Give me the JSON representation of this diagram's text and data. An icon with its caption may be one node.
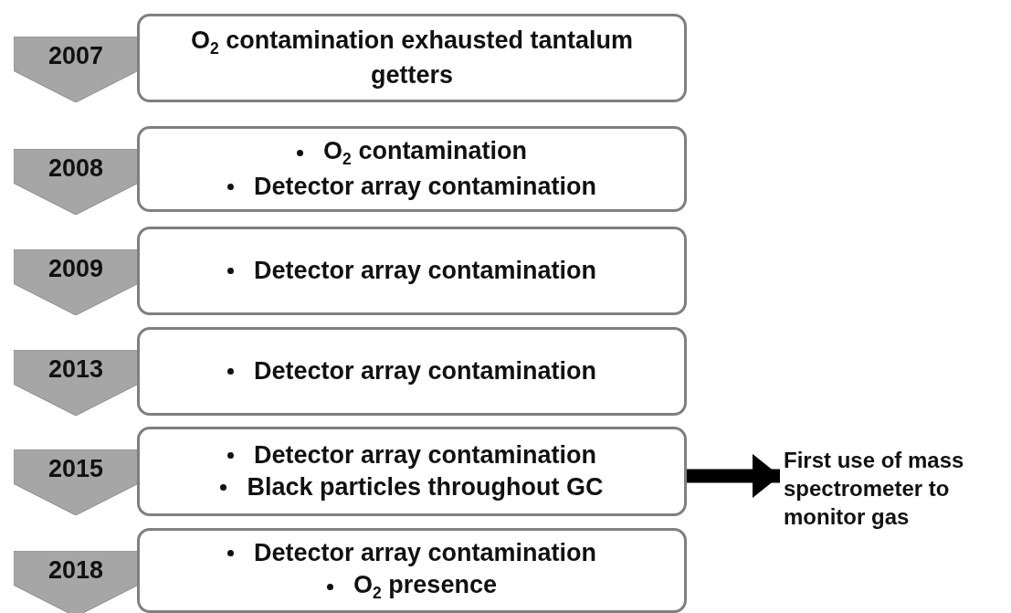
{
  "diagram": {
    "nodes": [
      {
        "text": [
          "2007"
        ]
      },
      {
        "text": [
          "O$_{2}$ contamination exhausted tantalum getters"
        ]
      },
      {
        "text": [
          "2008"
        ]
      },
      {
        "text": [
          "O$_{2}$ contamination",
          "Detector array contamination"
        ]
      },
      {
        "text": [
          "2009"
        ]
      },
      {
        "text": [
          "Detector array contamination"
        ]
      },
      {
        "text": [
          "2013"
        ]
      },
      {
        "text": [
          "Detector array contamination"
        ]
      },
      {
        "text": [
          "2015"
        ]
      },
      {
        "text": [
          "Detector array contamination",
          "Black particles throughout GC"
        ]
      },
      {
        "text": [
          "First use of mass spectrometer to monitor gas"
        ]
      },
      {
        "text": [
          "2018"
        ]
      },
      {
        "text": [
          "Detector array contamination",
          "O$_{2}$ presence"
        ]
      }
    ],
    "edges": [
      {
        "from": 9,
        "to": 10,
        "arrow": "to"
      }
    ]
  }
}
